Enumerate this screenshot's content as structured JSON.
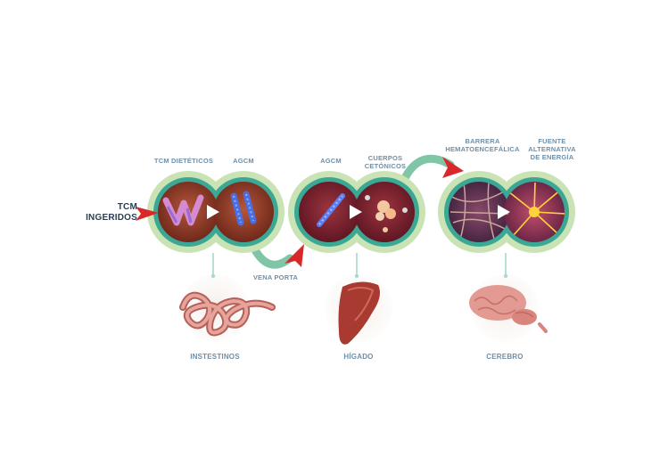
{
  "labels": {
    "ingested_line1": "TCM",
    "ingested_line2": "INGERIDOS",
    "tcm_dieteticos": "TCM DIETÉTICOS",
    "agcm_1": "AGCM",
    "agcm_2": "AGCM",
    "cuerpos_line1": "CUERPOS",
    "cuerpos_line2": "CETÓNICOS",
    "barrera_line1": "BARRERA",
    "barrera_line2": "HEMATOENCEFÁLICA",
    "fuente_line1": "FUENTE",
    "fuente_line2": "ALTERNATIVA",
    "fuente_line3": "DE ENERGÍA",
    "vena_porta": "VENA PORTA",
    "intestinos": "INSTESTINOS",
    "higado": "HÍGADO",
    "cerebro": "CEREBRO"
  },
  "colors": {
    "ring_outer": "#c9e3b5",
    "ring_inner": "#3aa894",
    "connector": "#7fc5a6",
    "arrow_red": "#d8282a",
    "inset_bg": "#7a1d2a",
    "organ_pink": "#d98a8a",
    "liver": "#a83a32"
  },
  "icons": [
    "red-arrow-icon",
    "white-arrow-icon",
    "intestine-icon",
    "liver-icon",
    "brain-icon"
  ]
}
